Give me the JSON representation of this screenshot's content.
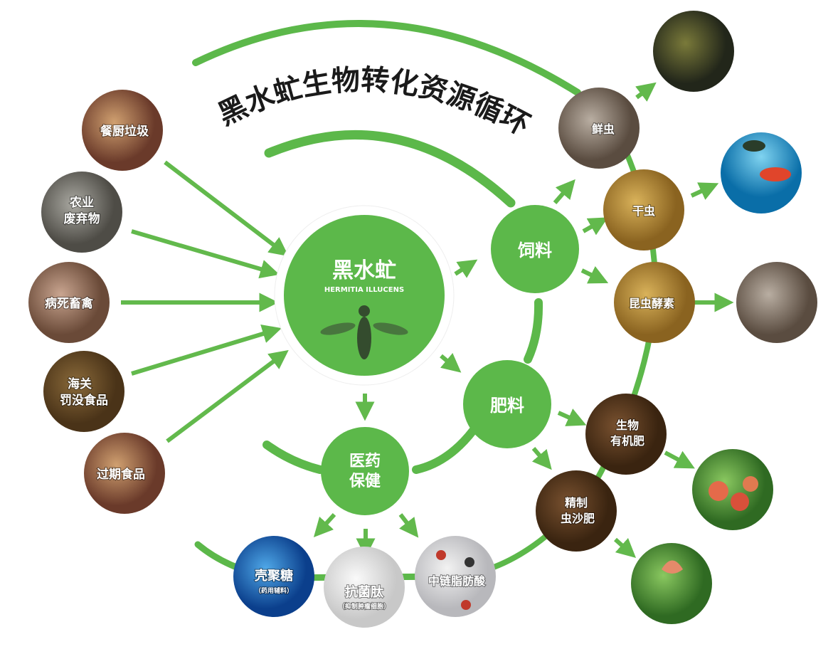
{
  "title": "黑水虻生物转化资源循环",
  "center": {
    "name": "黑水虻",
    "latin": "HERMITIA ILLUCENS"
  },
  "colors": {
    "green": "#5cb84a",
    "arrow": "#62b94c"
  },
  "inputs": [
    {
      "lines": [
        "餐厨垃圾"
      ]
    },
    {
      "lines": [
        "农业",
        "废弃物"
      ]
    },
    {
      "lines": [
        "病死畜禽"
      ]
    },
    {
      "lines": [
        "海关",
        "罚没食品"
      ]
    },
    {
      "lines": [
        "过期食品"
      ]
    }
  ],
  "hubs": {
    "feed": "饲料",
    "fertilizer": "肥料",
    "medical": [
      "医药",
      "保健"
    ]
  },
  "feed_products": [
    {
      "lines": [
        "鲜虫"
      ]
    },
    {
      "lines": [
        "干虫"
      ]
    },
    {
      "lines": [
        "昆虫酵素"
      ]
    }
  ],
  "fertilizer_products": [
    {
      "lines": [
        "生物",
        "有机肥"
      ]
    },
    {
      "lines": [
        "精制",
        "虫沙肥"
      ]
    }
  ],
  "medical_products": [
    {
      "name": "壳聚糖",
      "note": "（药用辅料）"
    },
    {
      "name": "抗菌肽",
      "note": "（抑制肿瘤细胞）"
    },
    {
      "name": "中链脂肪酸",
      "note": ""
    }
  ],
  "end_uses": [
    "fish-photo",
    "ornamental-fish-photo",
    "shrimp-photo",
    "peach-photo",
    "flower-photo"
  ]
}
